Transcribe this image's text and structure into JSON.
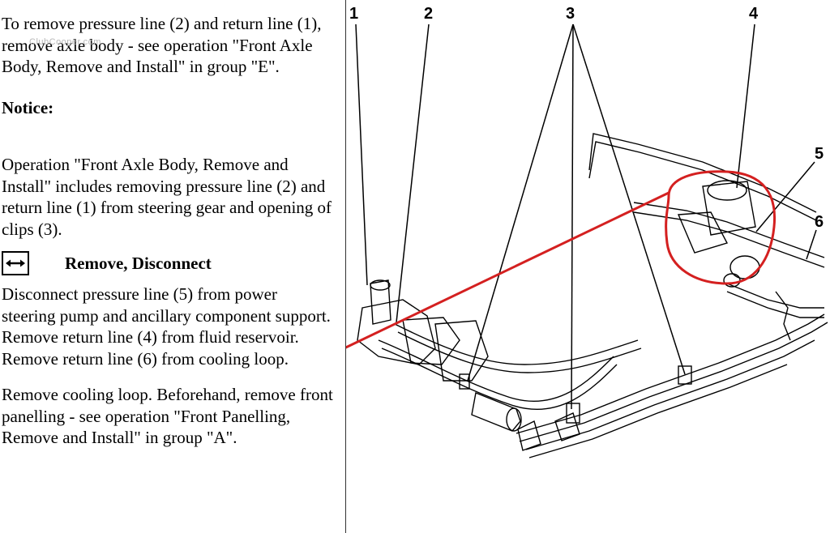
{
  "text": {
    "para1": "To remove pressure line (2) and return line (1), remove axle body - see operation \"Front Axle Body, Remove and Install\" in group \"E\".",
    "notice_heading": "Notice:",
    "para2": "Operation \"Front Axle Body, Remove and Install\" includes removing pressure line (2) and return line (1) from steering gear and opening of clips (3).",
    "action_title": "Remove, Disconnect",
    "para3": "Disconnect pressure line (5) from power steering pump and ancillary component support. Remove return line (4) from fluid reservoir. Remove return line (6) from cooling loop.",
    "para4": "Remove cooling loop. Beforehand, remove front panelling - see operation \"Front Panelling, Remove and Install\" in group \"A\"."
  },
  "watermark": "ClubCooper.com",
  "figure": {
    "callouts": [
      "1",
      "2",
      "3",
      "4",
      "5",
      "6"
    ]
  },
  "icons": {
    "action_icon": "double-arrow-icon"
  },
  "colors": {
    "annotation_red": "#d42020",
    "line": "#000000"
  }
}
